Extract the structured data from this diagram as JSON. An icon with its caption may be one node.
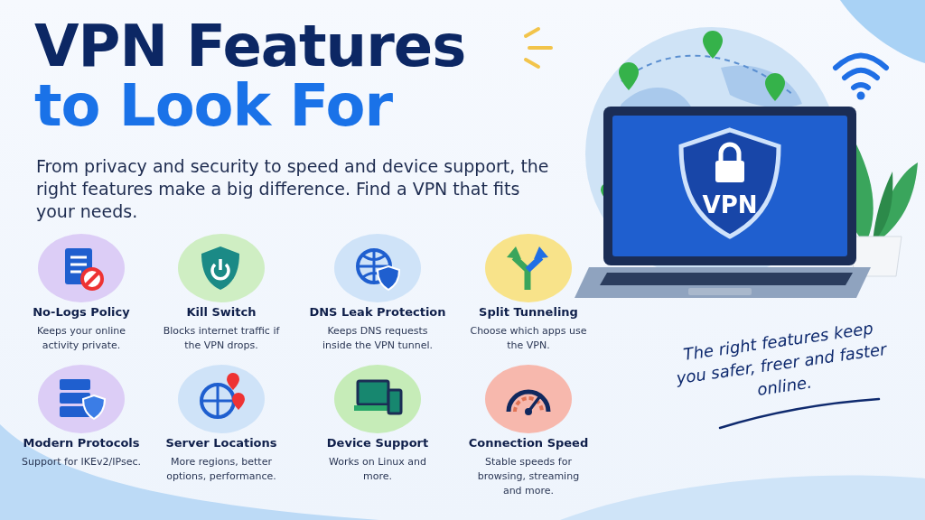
{
  "diagram": {
    "title": "VPN Features to Look For",
    "labels": [
      "From privacy and security to speed and device support, the right features make a big difference. Find a VPN that fits your needs.",
      "VPN",
      "No-Logs Policy",
      "Keeps your online activity private.",
      "Kill Switch",
      "Blocks internet traffic if the VPN drops.",
      "DNS Leak Protection",
      "Keeps DNS requests inside the VPN tunnel.",
      "Split Tunneling",
      "Choose which apps use the VPN.",
      "Modern Protocols",
      "Support for IKEv2/IPsec.",
      "Server Locations",
      "More regions, better options, performance.",
      "Device Support",
      "Works on Linux and more.",
      "Connection Speed",
      "Stable speeds for browsing, streaming and more.",
      "The right features keep you safer, freer and faster online."
    ]
  }
}
